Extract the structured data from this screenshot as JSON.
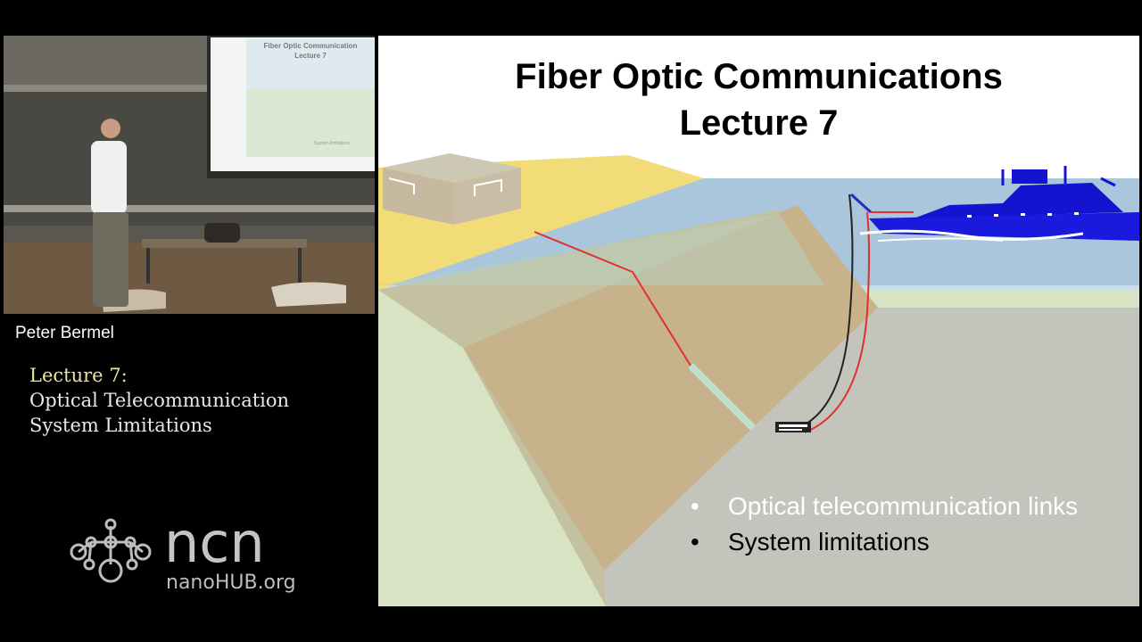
{
  "speaker": {
    "name": "Peter Bermel"
  },
  "lecture": {
    "label": "Lecture 7:",
    "line1": "Optical Telecommunication",
    "line2": "System Limitations"
  },
  "logo": {
    "wordmark": "ncn",
    "site": "nanoHUB.org"
  },
  "slide": {
    "title_line1": "Fiber Optic Communications",
    "title_line2": "Lecture 7",
    "bullets": [
      {
        "text": "Optical telecommunication links",
        "color": "#ffffff"
      },
      {
        "text": "System limitations",
        "color": "#000000"
      }
    ]
  },
  "video_screen": {
    "title_line1": "Fiber Optic Communication",
    "title_line2": "Lecture 7",
    "bullet": "System limitations"
  }
}
